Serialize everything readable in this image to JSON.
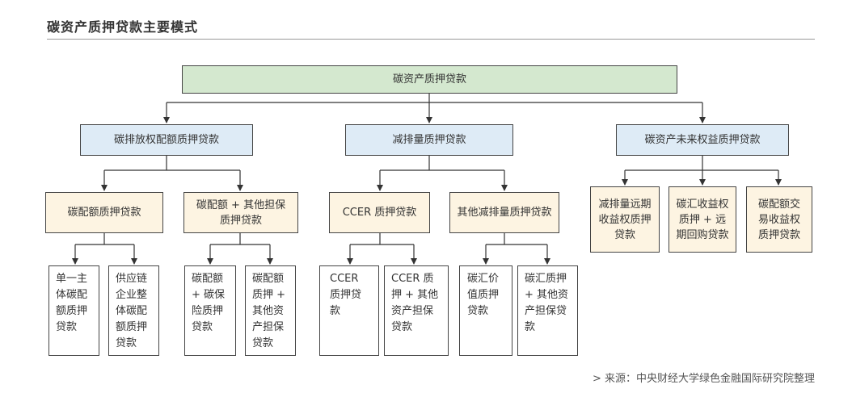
{
  "title": "碳资产质押贷款主要模式",
  "root": "碳资产质押贷款",
  "level1": [
    "碳排放权配额质押贷款",
    "减排量质押贷款",
    "碳资产未来权益质押贷款"
  ],
  "level2": [
    "碳配额质押贷款",
    "碳配额 + 其他担保质押贷款",
    "CCER 质押贷款",
    "其他减排量质押贷款"
  ],
  "future_rights": [
    "减排量远期收益权质押贷款",
    "碳汇收益权质押 + 远期回购贷款",
    "碳配额交易收益权质押贷款"
  ],
  "leaves": [
    "单一主体碳配额质押贷款",
    "供应链企业整体碳配额质押贷款",
    "碳配额 + 碳保险质押贷款",
    "碳配额质押 + 其他资产担保贷款",
    "CCER 质押贷款",
    "CCER 质押 + 其他资产担保贷款",
    "碳汇价值质押贷款",
    "碳汇质押 + 其他资产担保贷款"
  ],
  "source": "> 来源：中央财经大学绿色金融国际研究院整理"
}
